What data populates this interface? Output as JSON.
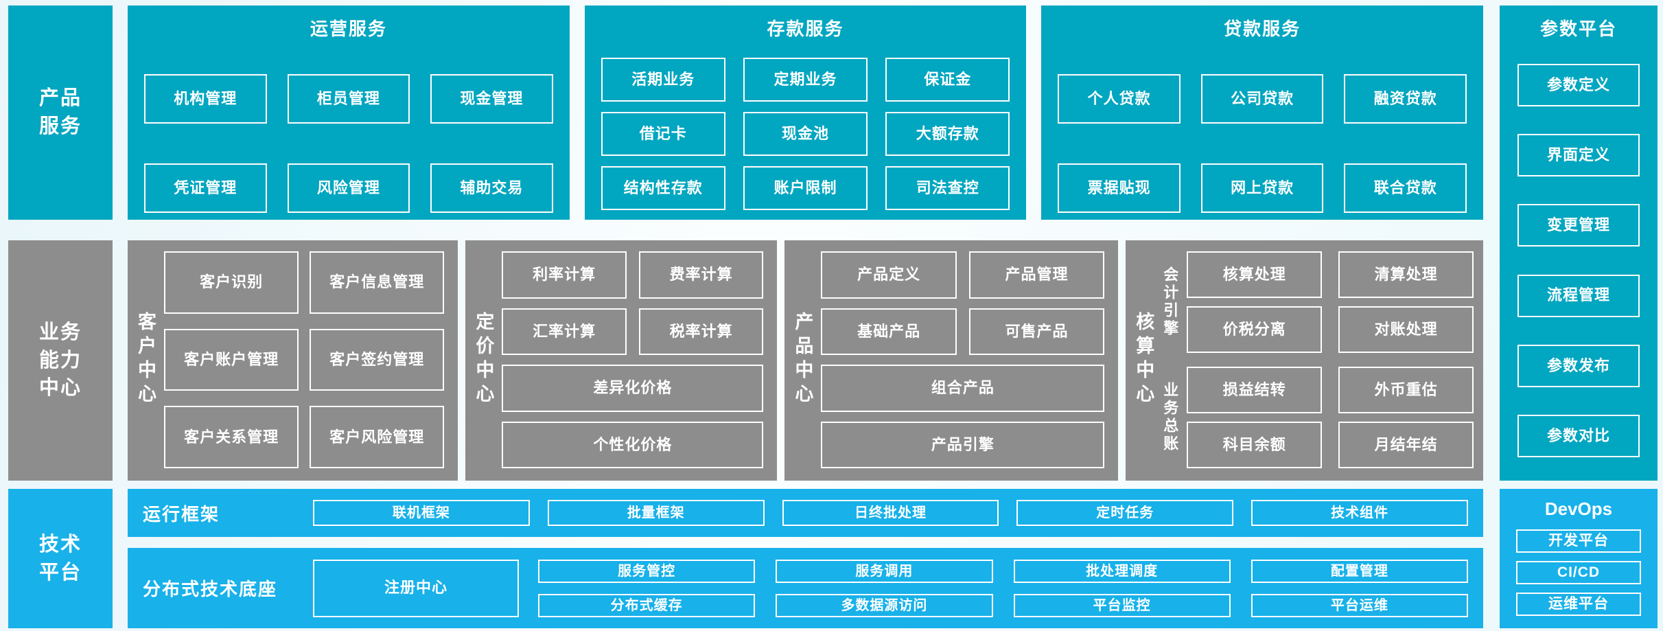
{
  "palette": {
    "teal": "#01A6C0",
    "blue": "#18B1E9",
    "gray": "#8D8D8D",
    "box_border": "#FFFFFF",
    "text": "#FFFFFF"
  },
  "products": {
    "label_lines": [
      "产品",
      "服务"
    ],
    "sections": [
      {
        "title": "运营服务",
        "boxes": [
          "机构管理",
          "柜员管理",
          "现金管理",
          "凭证管理",
          "风险管理",
          "辅助交易"
        ]
      },
      {
        "title": "存款服务",
        "boxes": [
          "活期业务",
          "定期业务",
          "保证金",
          "借记卡",
          "现金池",
          "大额存款",
          "结构性存款",
          "账户限制",
          "司法查控"
        ]
      },
      {
        "title": "贷款服务",
        "boxes": [
          "个人贷款",
          "公司贷款",
          "融资贷款",
          "票据贴现",
          "网上贷款",
          "联合贷款"
        ]
      }
    ]
  },
  "capabilities": {
    "label_lines": [
      "业务",
      "能力",
      "中心"
    ],
    "customer": {
      "title": "客户中心",
      "boxes": [
        "客户识别",
        "客户信息管理",
        "客户账户管理",
        "客户签约管理",
        "客户关系管理",
        "客户风险管理"
      ]
    },
    "pricing": {
      "title": "定价中心",
      "boxes": [
        "利率计算",
        "费率计算",
        "汇率计算",
        "税率计算",
        "差异化价格",
        "个性化价格"
      ]
    },
    "product": {
      "title": "产品中心",
      "boxes": [
        "产品定义",
        "产品管理",
        "基础产品",
        "可售产品",
        "组合产品",
        "产品引擎"
      ]
    },
    "accounting": {
      "title": "核算中心",
      "groups": [
        {
          "label": "会计引擎",
          "boxes": [
            "核算处理",
            "清算处理",
            "价税分离",
            "对账处理"
          ]
        },
        {
          "label": "业务总账",
          "boxes": [
            "损益结转",
            "外币重估",
            "科目余额",
            "月结年结"
          ]
        }
      ]
    }
  },
  "tech": {
    "label_lines": [
      "技术",
      "平台"
    ],
    "runtime": {
      "label": "运行框架",
      "boxes": [
        "联机框架",
        "批量框架",
        "日终批处理",
        "定时任务",
        "技术组件"
      ]
    },
    "distributed": {
      "label": "分布式技术底座",
      "registry_box": "注册中心",
      "boxes": [
        "服务管控",
        "服务调用",
        "批处理调度",
        "配置管理",
        "分布式缓存",
        "多数据源访问",
        "平台监控",
        "平台运维"
      ]
    }
  },
  "param_platform": {
    "title": "参数平台",
    "boxes": [
      "参数定义",
      "界面定义",
      "变更管理",
      "流程管理",
      "参数发布",
      "参数对比"
    ]
  },
  "devops": {
    "title": "DevOps",
    "boxes": [
      "开发平台",
      "CI/CD",
      "运维平台"
    ]
  }
}
